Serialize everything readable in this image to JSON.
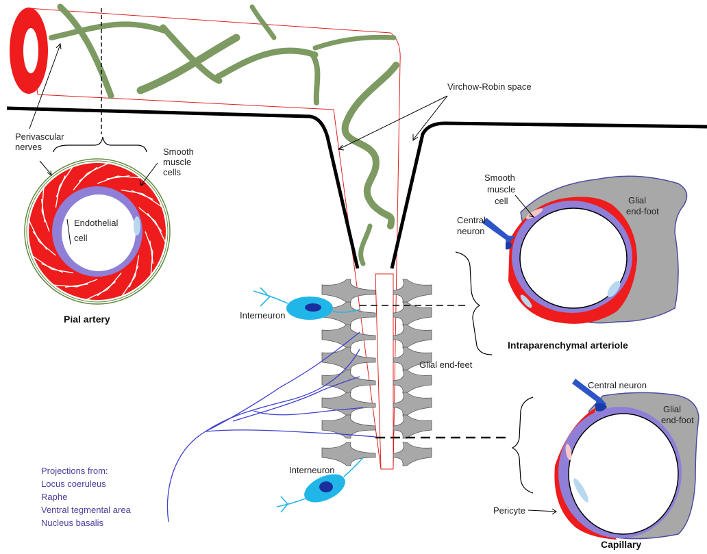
{
  "labels": {
    "perivascular_nerves": [
      "Perivascular",
      "nerves"
    ],
    "smooth_muscle_cells": [
      "Smooth",
      "muscle",
      "cells"
    ],
    "endothelial_cell": [
      "Endothelial",
      "cell"
    ],
    "pial_artery": "Pial artery",
    "virchow_robin": "Virchow-Robin space",
    "smooth_muscle_cell": [
      "Smooth",
      "muscle",
      "cell"
    ],
    "central_neuron_1": [
      "Central",
      "neuron"
    ],
    "glial_end_foot_1": [
      "Glial",
      "end-foot"
    ],
    "intraparenchymal_arteriole": "Intraparenchymal arteriole",
    "interneuron_1": "Interneuron",
    "glial_end_feet": "Glial end-feet",
    "central_neuron_2": "Central neuron",
    "glial_end_foot_2": [
      "Glial",
      "end-foot"
    ],
    "capillary": "Capillary",
    "pericyte": "Pericyte",
    "interneuron_2": "Interneuron",
    "projections": [
      "Projections from:",
      "Locus coeruleus",
      "Raphe",
      "Ventral tegmental area",
      "Nucleus basalis"
    ]
  },
  "colors": {
    "vessel_red": "#ee1c1c",
    "nerve_green": "#7d9a62",
    "endothelium": "#8f7fd6",
    "glia": "#a8a8a8",
    "neuron_blue": "#2d55c8",
    "interneuron_cyan": "#21b6e8",
    "projection_blue": "#3e3fd0",
    "surface": "#000000"
  }
}
